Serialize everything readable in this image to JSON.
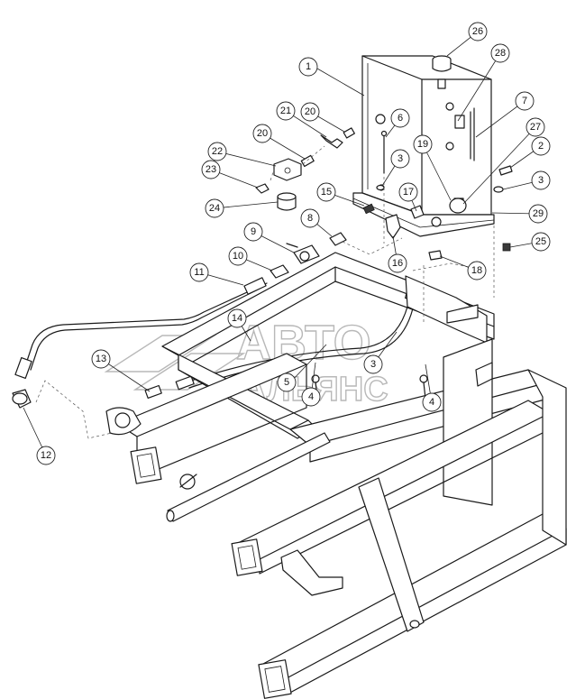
{
  "callouts": [
    {
      "label": "1"
    },
    {
      "label": "2"
    },
    {
      "label": "3"
    },
    {
      "label": "3"
    },
    {
      "label": "3"
    },
    {
      "label": "4"
    },
    {
      "label": "4"
    },
    {
      "label": "5"
    },
    {
      "label": "6"
    },
    {
      "label": "7"
    },
    {
      "label": "8"
    },
    {
      "label": "9"
    },
    {
      "label": "10"
    },
    {
      "label": "11"
    },
    {
      "label": "12"
    },
    {
      "label": "13"
    },
    {
      "label": "14"
    },
    {
      "label": "15"
    },
    {
      "label": "16"
    },
    {
      "label": "17"
    },
    {
      "label": "18"
    },
    {
      "label": "19"
    },
    {
      "label": "20"
    },
    {
      "label": "20"
    },
    {
      "label": "21"
    },
    {
      "label": "22"
    },
    {
      "label": "23"
    },
    {
      "label": "24"
    },
    {
      "label": "25"
    },
    {
      "label": "26"
    },
    {
      "label": "27"
    },
    {
      "label": "28"
    },
    {
      "label": "29"
    }
  ],
  "watermark": {
    "line1": "АВТО",
    "line2": "АЛЬЯНС"
  }
}
